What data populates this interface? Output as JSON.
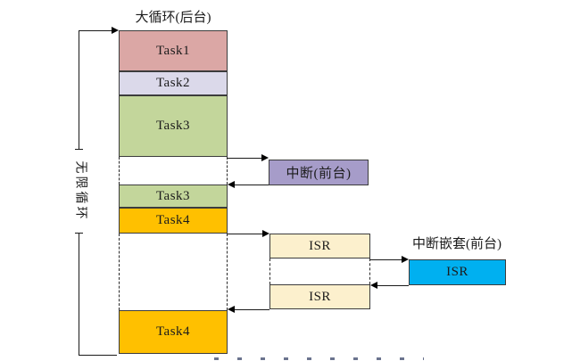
{
  "title": "大循环(后台)",
  "loop_label": "无限循环",
  "column": {
    "tasks": [
      {
        "label": "Task1",
        "color": "#dba7a5"
      },
      {
        "label": "Task2",
        "color": "#dbd9ea"
      },
      {
        "label": "Task3",
        "color": "#c3d69b"
      },
      {
        "label": "Task3",
        "color": "#c3d69b"
      },
      {
        "label": "Task4",
        "color": "#ffc000"
      },
      {
        "label": "Task4",
        "color": "#ffc000"
      }
    ]
  },
  "interrupt": {
    "label": "中断(前台)",
    "color": "#a69cc9"
  },
  "isr": {
    "color": "#fcf0cd",
    "boxes": [
      {
        "label": "ISR"
      },
      {
        "label": "ISR"
      }
    ]
  },
  "nested": {
    "label": "中断嵌套(前台)",
    "isr_label": "ISR",
    "color": "#00b0f0"
  }
}
